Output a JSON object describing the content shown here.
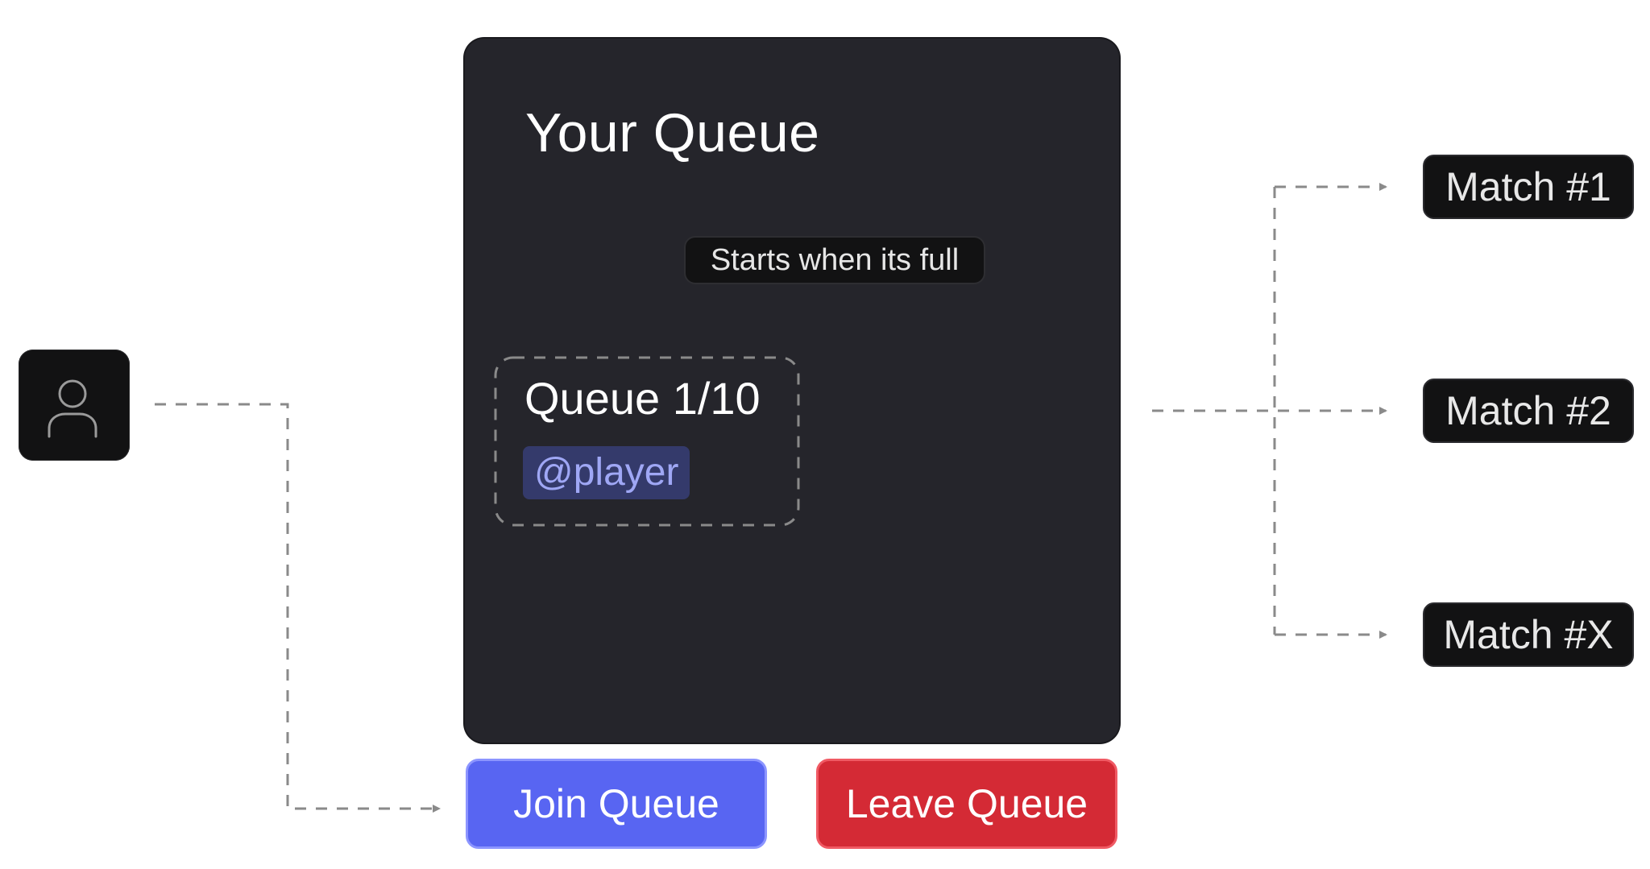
{
  "queue_panel": {
    "title": "Your Queue",
    "tooltip": "Starts when its full",
    "queue_count": "Queue 1/10",
    "player_tag": "@player"
  },
  "buttons": {
    "join_label": "Join Queue",
    "leave_label": "Leave Queue"
  },
  "matches": [
    {
      "label": "Match #1"
    },
    {
      "label": "Match #2"
    },
    {
      "label": "Match #X"
    }
  ],
  "icons": {
    "user": "user-icon"
  },
  "colors": {
    "panel_bg": "#25252b",
    "join_button": "#5865f2",
    "leave_button": "#d42a35",
    "player_tag_bg": "#343a6b",
    "player_tag_text": "#9fa7f5",
    "connector": "#8a8a8a"
  }
}
